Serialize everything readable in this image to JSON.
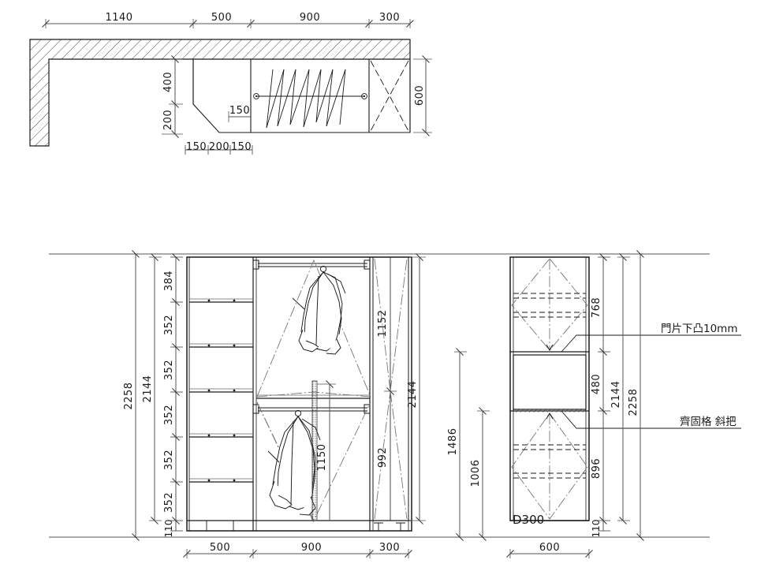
{
  "drawing": {
    "title": "Wardrobe / Closet CAD Elevation and Plan",
    "units": "mm",
    "line_color": "#1a1a1a",
    "dim_color": "#555555"
  },
  "plan_view": {
    "name": "plan-view",
    "top_dimensions": [
      {
        "label": "1140",
        "span": 1140
      },
      {
        "label": "500",
        "span": 500
      },
      {
        "label": "900",
        "span": 900
      },
      {
        "label": "300",
        "span": 300
      }
    ],
    "right_dimension": {
      "label": "600"
    },
    "inner_vertical_dimensions": [
      {
        "label": "400"
      },
      {
        "label": "200"
      }
    ],
    "inner_leader": {
      "label": "150"
    },
    "bottom_dimensions": [
      {
        "label": "150"
      },
      {
        "label": "200"
      },
      {
        "label": "150"
      }
    ]
  },
  "elevation_left": {
    "name": "elevation-front",
    "left_dimension_chain": [
      "384",
      "352",
      "352",
      "352",
      "352",
      "352",
      "110"
    ],
    "overall_inner": "2144",
    "overall_outer": "2258",
    "hanging_rod_upper_clear": "1152",
    "hanging_rod_lower_clear": "992",
    "door_panel_height": "2144",
    "tall_hang_height": "1150",
    "bottom_dimensions": [
      {
        "label": "500"
      },
      {
        "label": "900"
      },
      {
        "label": "300"
      }
    ]
  },
  "elevation_right": {
    "name": "elevation-side",
    "right_dimension_chain": [
      "768",
      "480",
      "896",
      "110"
    ],
    "overall_inner": "2144",
    "overall_outer": "2258",
    "left_dimension_upper": "1486",
    "left_dimension_lower": "1006",
    "drawer_label": "D300",
    "bottom_dimension": {
      "label": "600"
    }
  },
  "annotations": [
    {
      "id": "note-door-protrude",
      "text": "門片下凸10mm"
    },
    {
      "id": "note-handle",
      "text": "齊固格 斜把"
    }
  ]
}
